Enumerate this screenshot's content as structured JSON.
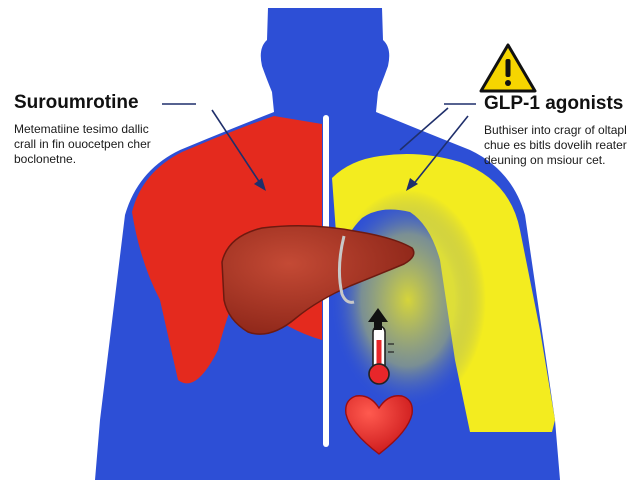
{
  "left_drug": {
    "title": "Suroumrotine",
    "description_lines": [
      "Metematiine tesimo dallic",
      "crall in fin ouocetpen cher",
      "boclonetne."
    ]
  },
  "right_drug": {
    "title": "GLP-1 agonists",
    "description_lines": [
      "Buthiser into cragr of oltapl",
      "chue es bitls dovelih reater",
      "deuning on msiour cet."
    ]
  },
  "colors": {
    "body_blue": "#2d4fd6",
    "left_red": "#e42a1e",
    "right_yellow": "#f3ec1f",
    "liver": "#a83424",
    "heart": "#e8262a",
    "warning": "#f6d500"
  },
  "icons": [
    "warning-icon",
    "liver-icon",
    "thermometer-icon",
    "up-arrow-icon",
    "heart-icon"
  ]
}
